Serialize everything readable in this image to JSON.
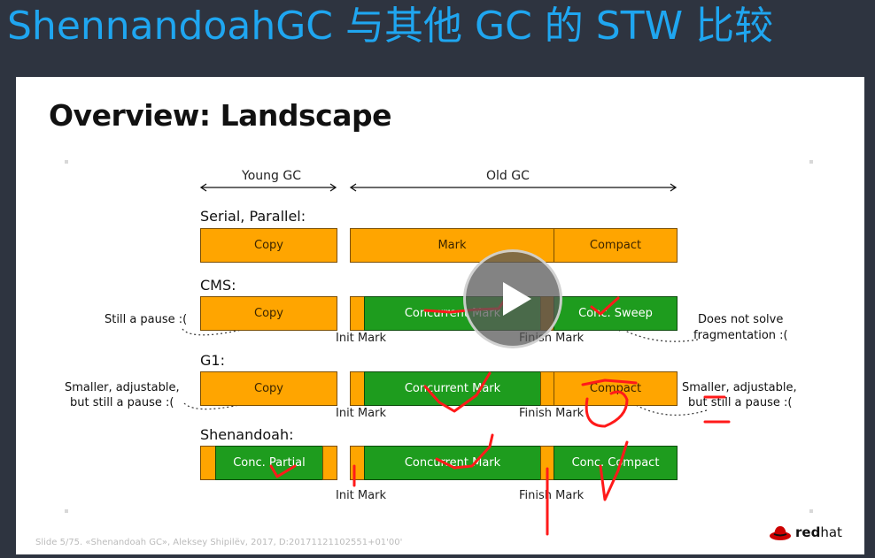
{
  "page": {
    "heading": "ShennandoahGC 与其他 GC 的 STW 比较"
  },
  "slide": {
    "title": "Overview: Landscape",
    "young_gc_label": "Young GC",
    "old_gc_label": "Old GC",
    "rows": {
      "serial": {
        "label": "Serial, Parallel:",
        "copy": "Copy",
        "mark": "Mark",
        "compact": "Compact"
      },
      "cms": {
        "label": "CMS:",
        "copy": "Copy",
        "concurrent_mark": "Concurrent Mark",
        "conc_sweep": "Conc. Sweep",
        "init_mark": "Init Mark",
        "finish_mark": "Finish Mark",
        "note_left": "Still a pause :(",
        "note_right_1": "Does not solve",
        "note_right_2": "fragmentation :("
      },
      "g1": {
        "label": "G1:",
        "copy": "Copy",
        "concurrent_mark": "Concurrent Mark",
        "compact": "Compact",
        "init_mark": "Init Mark",
        "finish_mark": "Finish Mark",
        "note_left_1": "Smaller, adjustable,",
        "note_left_2": "but still a pause :(",
        "note_right_1": "Smaller, adjustable,",
        "note_right_2": "but still a pause :("
      },
      "shenandoah": {
        "label": "Shenandoah:",
        "conc_partial": "Conc. Partial",
        "concurrent_mark": "Concurrent Mark",
        "conc_compact": "Conc. Compact",
        "init_mark": "Init Mark",
        "finish_mark": "Finish Mark"
      }
    },
    "footer": "Slide 5/75. «Shenandoah GC», Aleksey Shipilёv, 2017, D:20171121102551+01'00'",
    "logo": {
      "bold": "red",
      "light": "hat"
    }
  },
  "video": {
    "play_icon": "play-icon"
  },
  "colors": {
    "heading": "#1fa6f0",
    "stw": "#ffa500",
    "concurrent": "#1e9c1e",
    "annotation": "#ff1a1a"
  }
}
